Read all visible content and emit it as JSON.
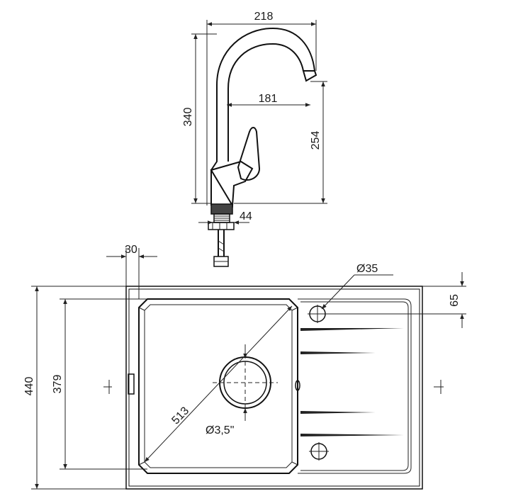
{
  "faucet": {
    "dim_width": "218",
    "dim_height": "340",
    "dim_reach": "181",
    "dim_spout_height": "254",
    "dim_base": "44"
  },
  "sink": {
    "dim_edge": "30",
    "dim_tap_hole": "Ø35",
    "dim_tap_offset": "65",
    "dim_depth_total": "440",
    "dim_bowl": "379",
    "dim_diagonal": "513",
    "dim_drain": "Ø3,5\""
  }
}
